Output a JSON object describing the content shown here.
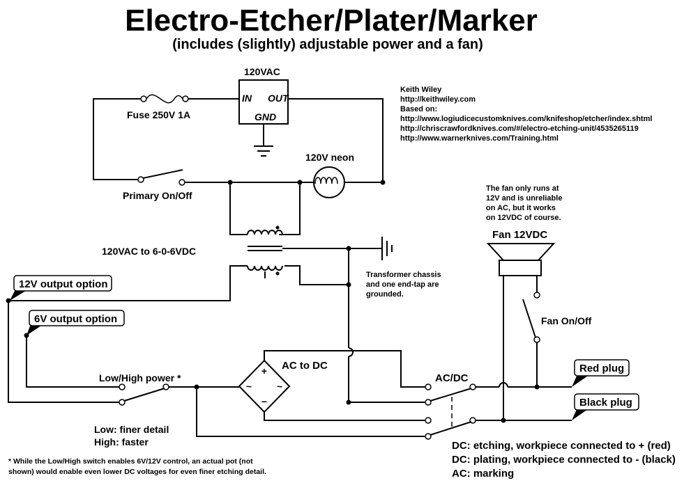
{
  "title": "Electro-Etcher/Plater/Marker",
  "subtitle": "(includes (slightly) adjustable power and a fan)",
  "components": {
    "fuse_label": "Fuse 250V 1A",
    "regulator": {
      "top_label": "120VAC",
      "in": "IN",
      "out": "OUT",
      "gnd": "GND"
    },
    "neon_label": "120V neon",
    "primary_switch_label": "Primary On/Off",
    "transformer_label": "120VAC to 6-0-6VDC",
    "rectifier": {
      "label": "AC to DC",
      "plus": "+",
      "minus": "−",
      "ac": "~"
    },
    "low_high_label": "Low/High power *",
    "acdc_label": "AC/DC",
    "fan_label": "Fan 12VDC",
    "fan_switch_label": "Fan On/Off"
  },
  "callouts": {
    "v12": "12V output option",
    "v6": "6V output option",
    "red_plug": "Red plug",
    "black_plug": "Black plug"
  },
  "credits": [
    "Keith Wiley",
    "http://keithwiley.com",
    "Based on:",
    "http://www.logiudicecustomknives.com/knifeshop/etcher/index.shtml",
    "http://chriscrawfordknives.com/#/electro-etching-unit/4535265119",
    "http://www.warnerknives.com/Training.html"
  ],
  "notes": {
    "transformer": [
      "Transformer chassis",
      "and one end-tap are",
      "grounded."
    ],
    "fan": [
      "The fan only runs at",
      "12V and is unreliable",
      "on AC, but it works",
      "on 12VDC of course."
    ],
    "low_high": [
      "Low: finer detail",
      "High: faster"
    ],
    "footnote": [
      "* While the Low/High switch enables 6V/12V control, an actual pot (not",
      "shown) would enable even lower DC voltages for even finer etching detail."
    ],
    "modes": [
      "DC: etching, workpiece connected to + (red)",
      "DC: plating, workpiece connected to - (black)",
      "AC: marking"
    ]
  }
}
